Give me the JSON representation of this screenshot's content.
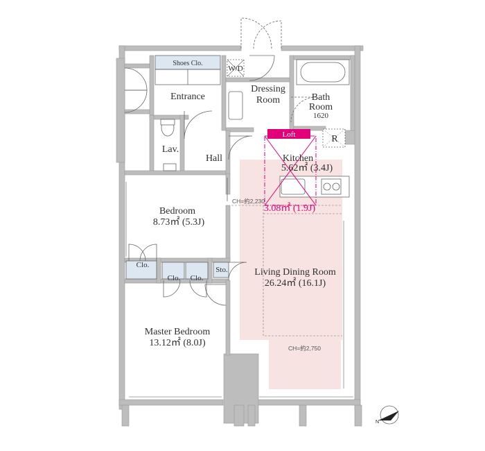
{
  "plan": {
    "rooms": {
      "entrance": "Entrance",
      "shoes_closet": "Shoes Clo.",
      "wd": "W/D",
      "dressing_line1": "Dressing",
      "dressing_line2": "Room",
      "bath_line1": "Bath",
      "bath_line2": "Room",
      "bath_size": "1620",
      "lav": "Lav.",
      "hall": "Hall",
      "refrigerator": "R",
      "kitchen": "Kitchen",
      "kitchen_area": "5.62㎡ (3.4J)",
      "loft": "Loft",
      "loft_area": "3.08㎡ (1.9J)",
      "bedroom": "Bedroom",
      "bedroom_area": "8.73㎡ (5.3J)",
      "closet_bedroom": "Clo.",
      "storage": "Sto.",
      "closet_master_1": "Clo.",
      "closet_master_2": "Clo.",
      "living": "Living Dining Room",
      "living_area": "26.24㎡ (16.1J)",
      "master_bedroom": "Master Bedroom",
      "master_bedroom_area": "13.12㎡ (8.0J)"
    },
    "ceiling_heights": {
      "ch_kitchen": "CH=約2,230",
      "ch_living": "CH=約2,750"
    },
    "colors": {
      "wall": "#bdbdbd",
      "wall_stroke": "#9a9a9a",
      "fixture_fill": "#dde7f1",
      "floor_tint": "#f7e3e1",
      "loft_accent": "#e2007a"
    },
    "icons": {
      "compass": "north-arrow-icon"
    }
  }
}
